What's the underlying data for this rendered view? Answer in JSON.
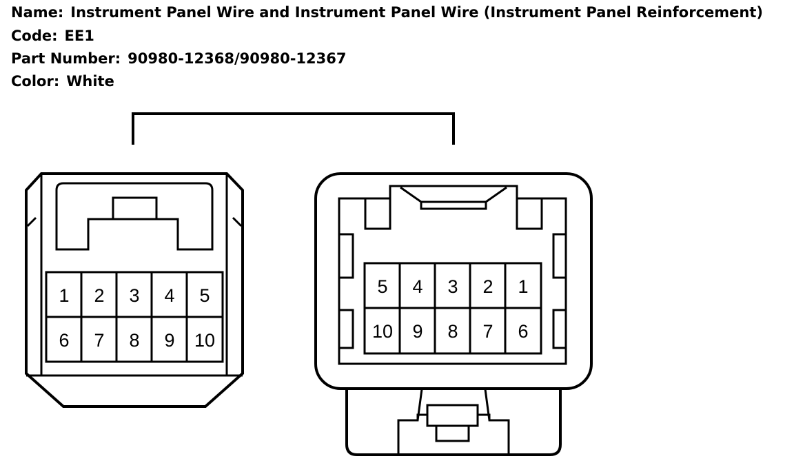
{
  "header": {
    "name_label": "Name:",
    "name_value": "Instrument Panel Wire and Instrument Panel Wire (Instrument Panel Reinforcement)",
    "code_label": "Code:",
    "code_value": "EE1",
    "part_label": "Part Number:",
    "part_value": "90980-12368/90980-12367",
    "color_label": "Color:",
    "color_value": "White"
  },
  "left_connector": {
    "pins_row1": [
      "1",
      "2",
      "3",
      "4",
      "5"
    ],
    "pins_row2": [
      "6",
      "7",
      "8",
      "9",
      "10"
    ]
  },
  "right_connector": {
    "pins_row1": [
      "5",
      "4",
      "3",
      "2",
      "1"
    ],
    "pins_row2": [
      "10",
      "9",
      "8",
      "7",
      "6"
    ]
  }
}
